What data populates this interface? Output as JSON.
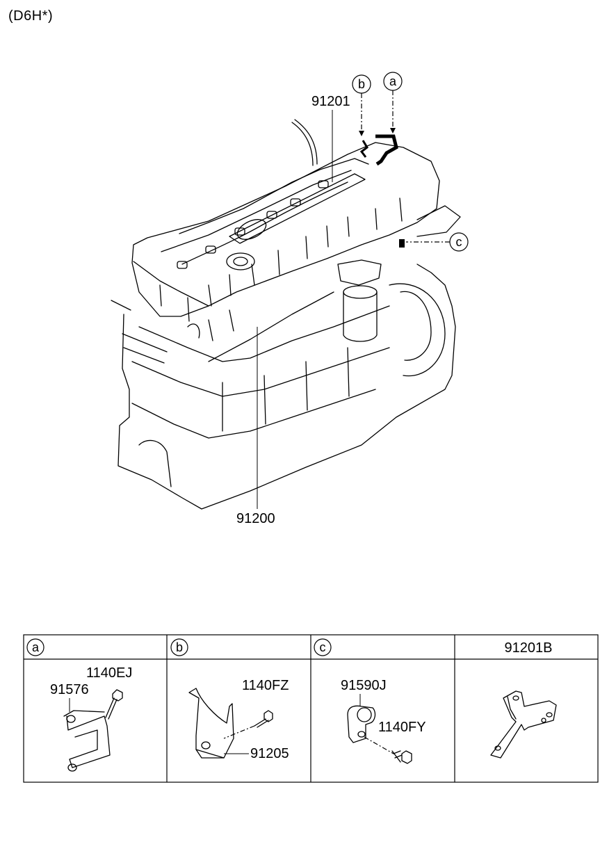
{
  "page_title": "(D6H*)",
  "callouts": {
    "a": "a",
    "b": "b",
    "c": "c"
  },
  "main_labels": {
    "cylinder_head_wiring": "91201",
    "engine_wiring": "91200"
  },
  "table": {
    "headers": [
      "a",
      "b",
      "c",
      "91201B"
    ],
    "cell_a": {
      "bolt": "1140EJ",
      "bracket": "91576"
    },
    "cell_b": {
      "bolt": "1140FZ",
      "bracket": "91205"
    },
    "cell_c": {
      "clamp": "91590J",
      "bolt": "1140FY"
    }
  }
}
